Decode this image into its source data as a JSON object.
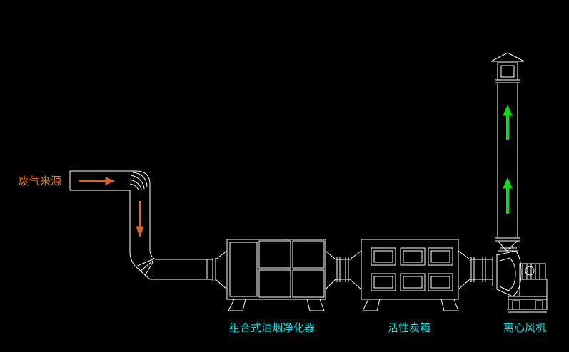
{
  "labels": {
    "exhaust_source": "废气来源",
    "oil_fume_purifier": "组合式油烟净化器",
    "activated_carbon_box": "活性炭箱",
    "centrifugal_fan": "离心风机"
  },
  "colors": {
    "background": "#000000",
    "line": "#ffffff",
    "source_text": "#d97a2b",
    "label_text": "#00e5e5",
    "arrow_in": "#d46a2a",
    "arrow_out": "#10e010"
  }
}
